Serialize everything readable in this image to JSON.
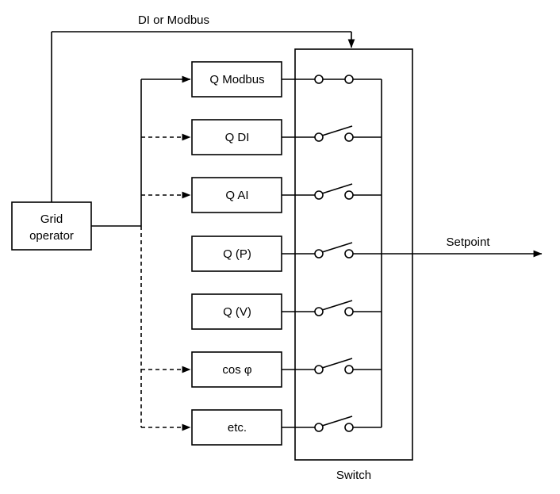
{
  "diagram": {
    "top_label": "DI or Modbus",
    "grid_operator": {
      "label_line1": "Grid",
      "label_line2": "operator"
    },
    "sources": [
      {
        "label": "Q Modbus",
        "switch_state": "closed",
        "input_link": "solid-arrow"
      },
      {
        "label": "Q DI",
        "switch_state": "open",
        "input_link": "dashed-arrow"
      },
      {
        "label": "Q AI",
        "switch_state": "open",
        "input_link": "dashed-arrow"
      },
      {
        "label": "Q (P)",
        "switch_state": "open",
        "input_link": "none"
      },
      {
        "label": "Q (V)",
        "switch_state": "open",
        "input_link": "none"
      },
      {
        "label": "cos φ",
        "switch_state": "open",
        "input_link": "dashed-arrow"
      },
      {
        "label": "etc.",
        "switch_state": "open",
        "input_link": "dashed-arrow"
      }
    ],
    "switch_label": "Switch",
    "output_label": "Setpoint",
    "colors": {
      "line": "#000000",
      "background": "#ffffff",
      "text": "#000000"
    }
  }
}
